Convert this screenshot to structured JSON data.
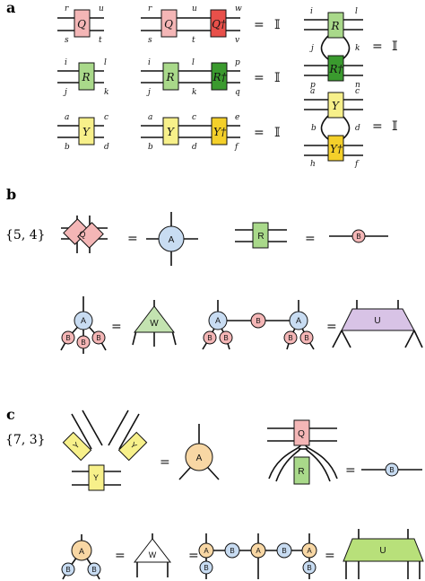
{
  "panels": {
    "a": {
      "label": "a"
    },
    "b": {
      "label": "b",
      "schlafli": "{5, 4}"
    },
    "c": {
      "label": "c",
      "schlafli": "{7, 3}"
    }
  },
  "tensors": {
    "Q": "Q",
    "Q_dagger": "Q†",
    "R": "R",
    "R_dagger": "R†",
    "Y": "Y",
    "Y_dagger": "Y†",
    "A": "A",
    "B": "B",
    "W": "W",
    "U": "U",
    "R_plain": "R",
    "Q_plain": "Q",
    "Y_plain": "Y"
  },
  "indices": {
    "Q_single": [
      "r",
      "u",
      "s",
      "t"
    ],
    "QQ_pair": [
      "r",
      "u",
      "w",
      "s",
      "t",
      "v"
    ],
    "R_single": [
      "i",
      "l",
      "j",
      "k"
    ],
    "RR_pair": [
      "i",
      "l",
      "p",
      "j",
      "k",
      "q"
    ],
    "Y_single": [
      "a",
      "c",
      "b",
      "d"
    ],
    "YY_pair": [
      "a",
      "c",
      "e",
      "b",
      "d",
      "f"
    ],
    "R_vertical": [
      "i",
      "l",
      "j",
      "k",
      "p",
      "n"
    ],
    "Y_vertical": [
      "a",
      "c",
      "b",
      "d",
      "h",
      "f"
    ]
  },
  "symbols": {
    "equals": "=",
    "identity": "𝕀"
  },
  "colors": {
    "Q": "#f4b6b6",
    "Q_dagger": "#e8504a",
    "R": "#a9d98a",
    "R_dagger": "#3a9a2e",
    "Y": "#f7f08a",
    "Y_dagger": "#f4d02a",
    "A_b": "#c8dcf2",
    "A_c": "#f8d7a4",
    "B_b": "#f4b6b6",
    "B_c": "#c8dcf2",
    "W_b": "#c3e3b0",
    "W_c": "#ffffff",
    "U_b": "#d8c3e6",
    "U_c": "#b8e07a"
  }
}
